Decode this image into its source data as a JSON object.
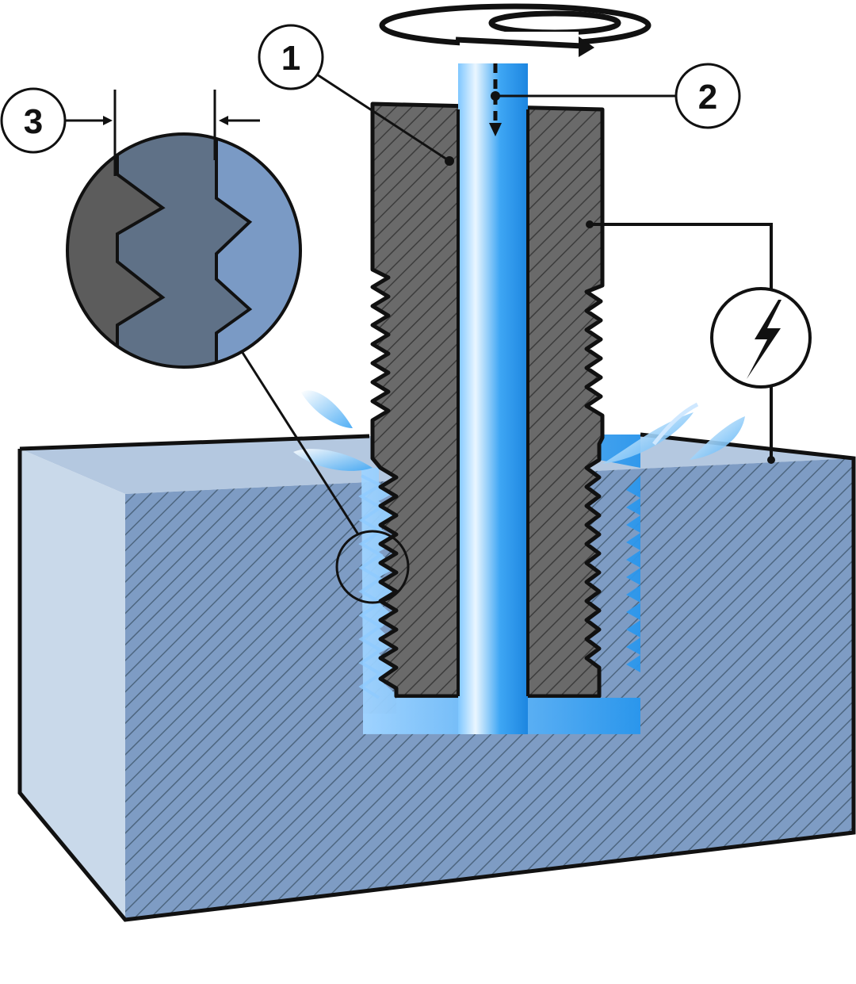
{
  "callouts": {
    "one": "1",
    "two": "2",
    "three": "3"
  },
  "icons": {
    "power": "lightning-icon",
    "rotation": "rotation-arrow-icon"
  },
  "colors": {
    "electrode": "#5e5e5e",
    "workpiece_front": "#7e9cc4",
    "workpiece_side": "#c9d9ea",
    "workpiece_top": "#b4c8e0",
    "dielectric": "#2d9cf0",
    "outline": "#111111"
  }
}
